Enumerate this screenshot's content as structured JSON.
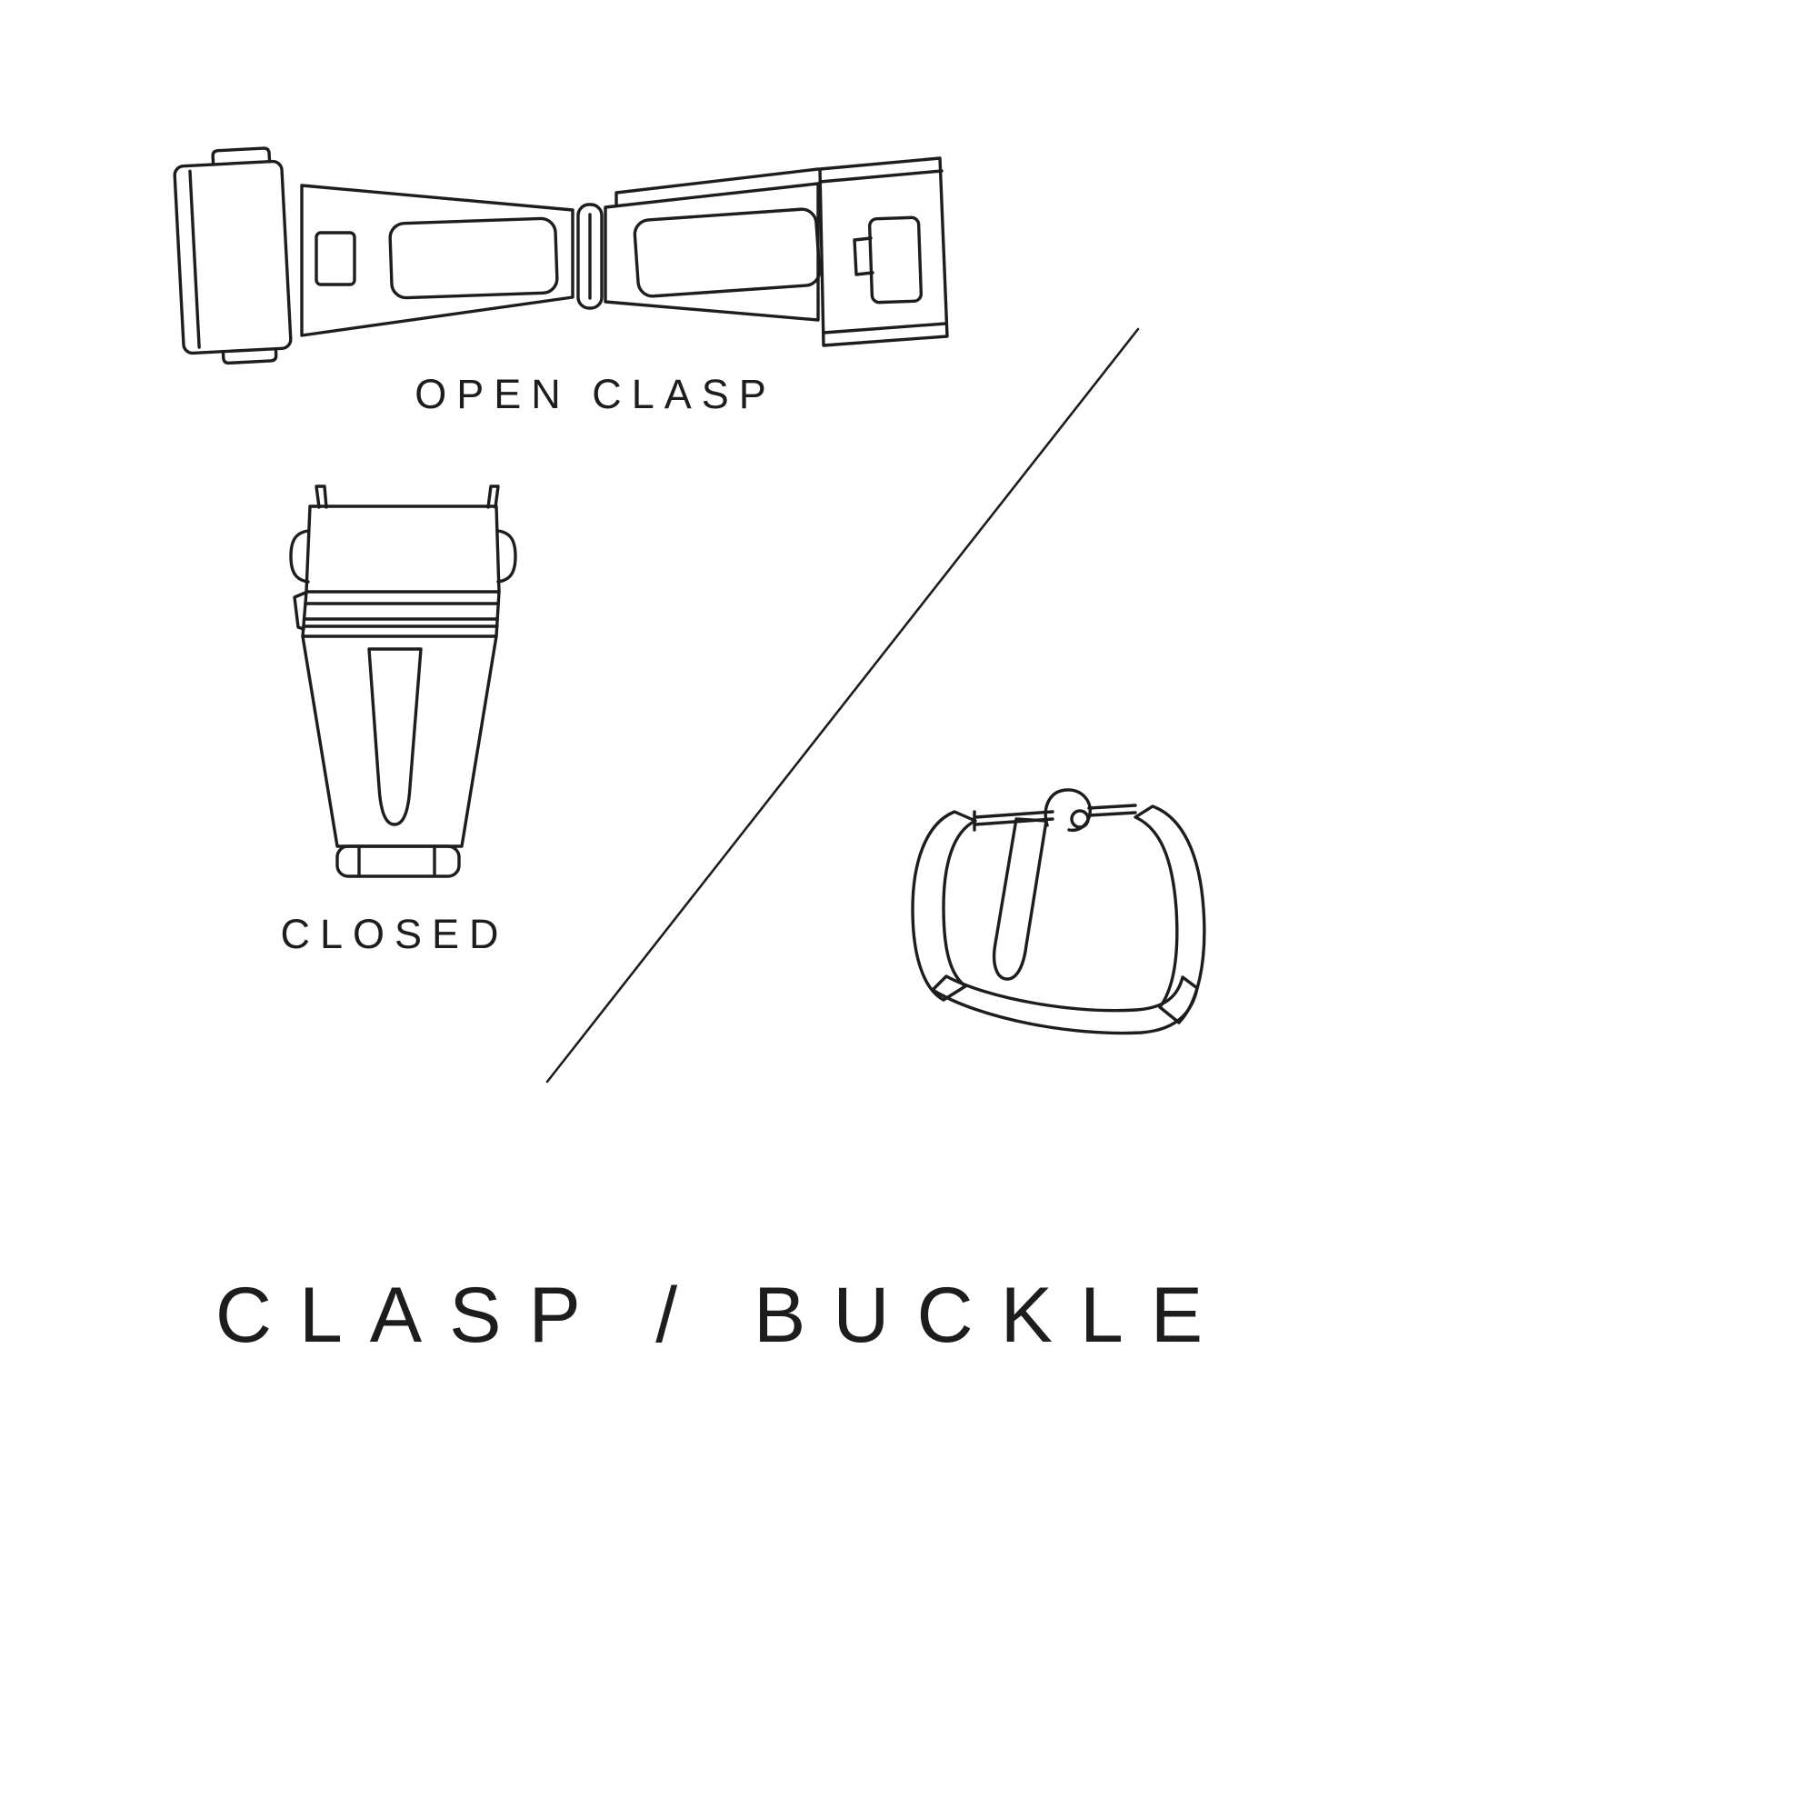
{
  "page": {
    "background_color": "#ffffff",
    "ink_color": "#1d1d1b"
  },
  "labels": {
    "open_clasp": "OPEN CLASP",
    "closed": "CLOSED"
  },
  "title": "CLASP / BUCKLE",
  "figures": {
    "open_clasp": "open-clasp-line-drawing",
    "closed_clasp": "closed-clasp-line-drawing",
    "pin_buckle": "pin-buckle-line-drawing",
    "divider": "diagonal-divider-line"
  }
}
